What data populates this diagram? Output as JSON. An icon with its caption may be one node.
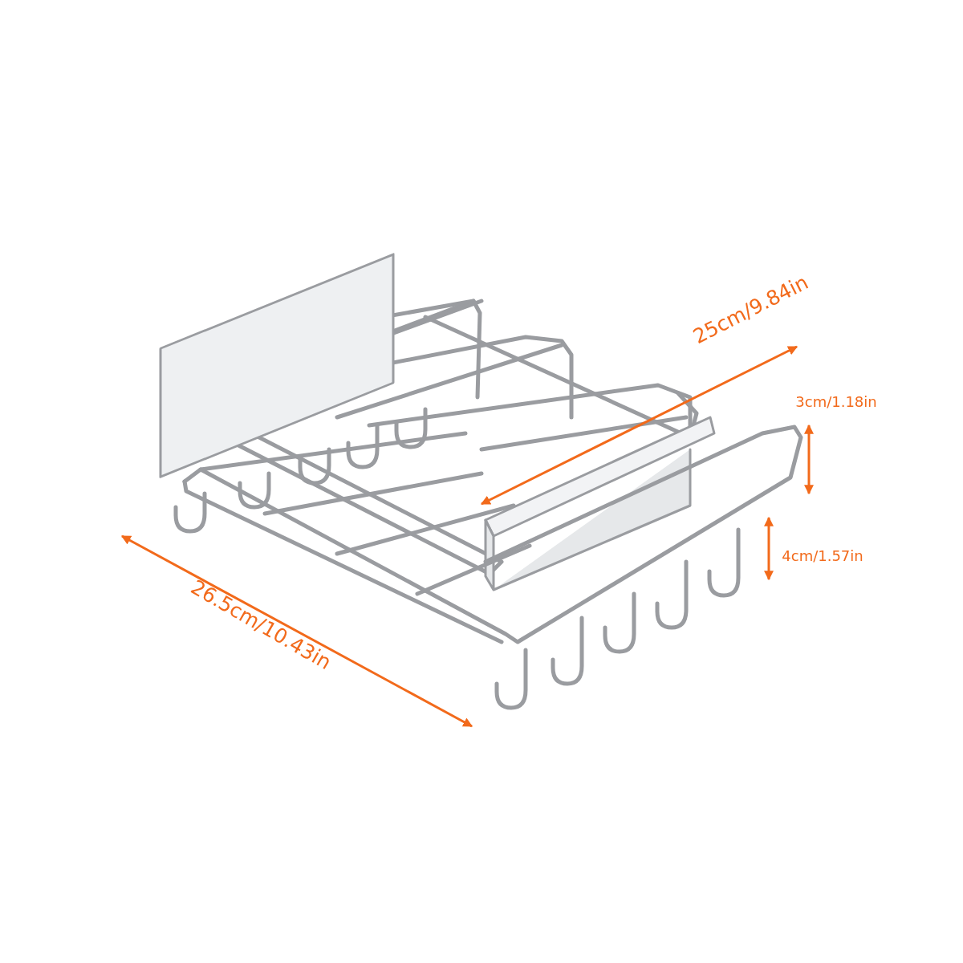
{
  "diagram": {
    "labels": [
      "25cm/9.84in",
      "3cm/1.18in",
      "4cm/1.57in",
      "26.5cm/10.43in"
    ]
  }
}
